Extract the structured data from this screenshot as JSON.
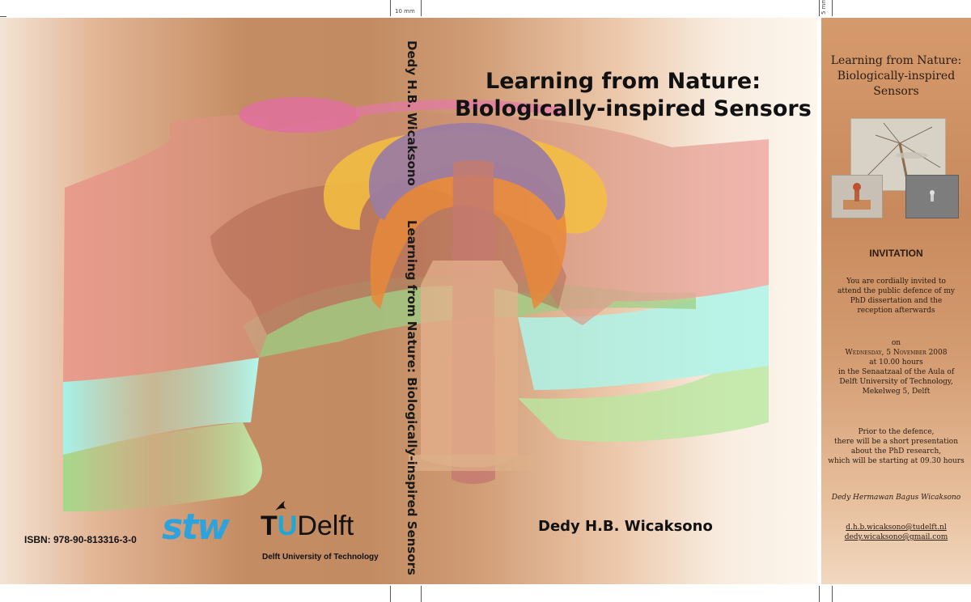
{
  "crop_marks": {
    "spine_width": "10 mm",
    "fold_width": "5 mm"
  },
  "cover": {
    "title_line1": "Learning from Nature:",
    "title_line2": "Biologically-inspired Sensors",
    "author": "Dedy H.B. Wicaksono",
    "isbn": "ISBN: 978-90-813316-3-0",
    "stw_logo": "stw",
    "tudelft_logo_t": "T",
    "tudelft_logo_u": "U",
    "tudelft_logo_rest": "Delft",
    "tudelft_subtitle": "Delft University of Technology"
  },
  "spine": {
    "author": "Dedy H.B. Wicaksono",
    "title": "Learning from Nature: Biologically-inspired Sensors"
  },
  "invitation": {
    "title_lines": [
      "Learning from Nature:",
      "Biologically-inspired",
      "Sensors"
    ],
    "heading": "INVITATION",
    "para1": [
      "You are cordially invited to",
      "attend the public defence of my",
      "PhD dissertation and the",
      "reception afterwards"
    ],
    "on": "on",
    "date": "Wednesday, 5 November 2008",
    "para2": [
      "at 10.00 hours",
      "in the Senaatzaal of the Aula of",
      "Delft University of Technology,",
      "Mekelweg 5, Delft"
    ],
    "para3": [
      "Prior to the defence,",
      "there will be a short presentation",
      "about the PhD research,",
      "which will be starting at 09.30 hours"
    ],
    "signature": "Dedy Hermawan Bagus Wicaksono",
    "email1": "d.h.b.wicaksono@tudelft.nl",
    "email2": "dedy.wicaksono@gmail.com"
  },
  "colors": {
    "pink_body": "#e89a90",
    "cyan_layer": "#a6f1e8",
    "green_layer": "#a8d890",
    "purple_cap": "#9c7ca0",
    "magenta_top": "#e070a0",
    "orange_arch": "#e8904a",
    "stw_blue": "#2ea2dc",
    "tu_cyan": "#1aa7d9"
  }
}
